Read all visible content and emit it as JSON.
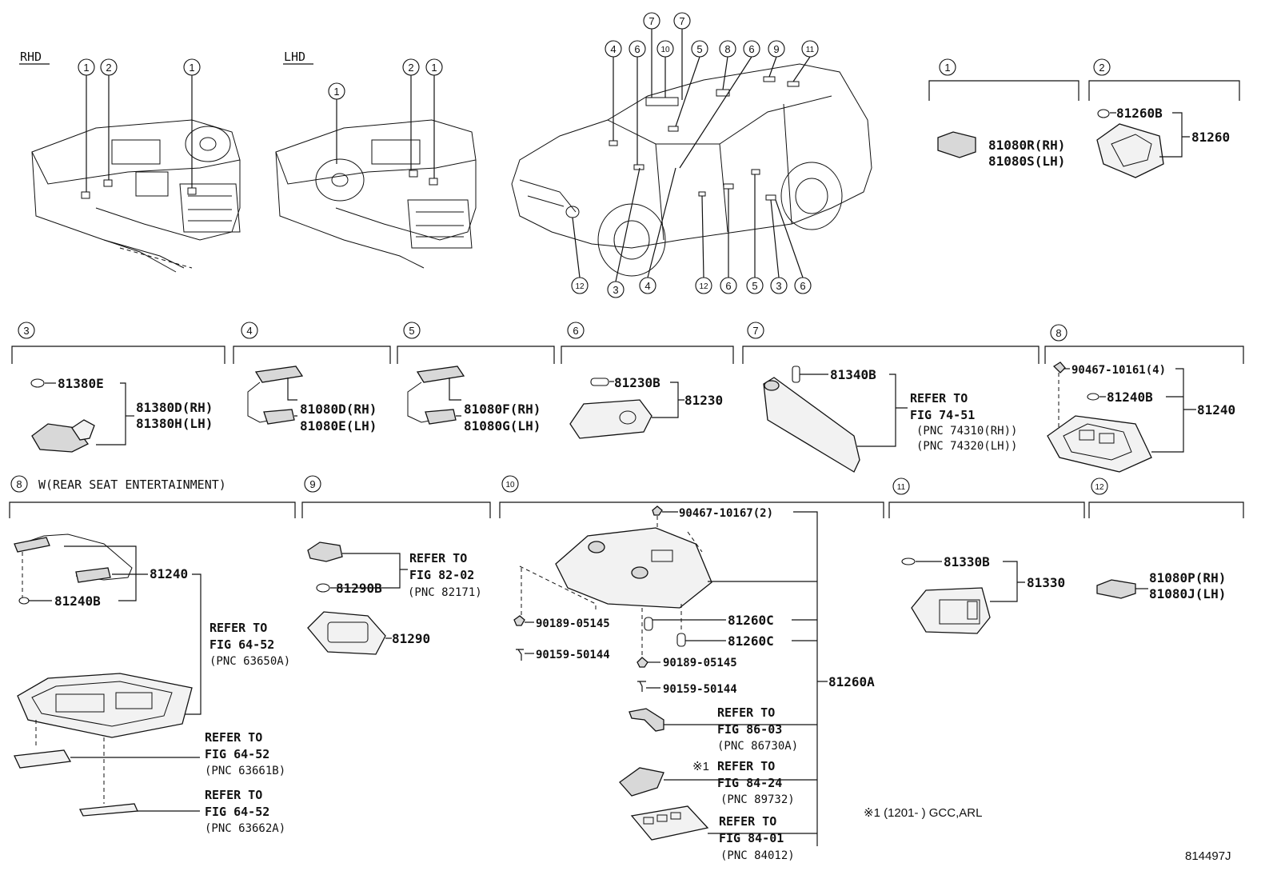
{
  "panels": {
    "rhd": "RHD",
    "lhd": "LHD"
  },
  "callouts": [
    "1",
    "2",
    "3",
    "4",
    "5",
    "6",
    "7",
    "8",
    "9",
    "10",
    "11",
    "12"
  ],
  "sections": {
    "s1": {
      "num": "1",
      "p1": "81080R(RH)",
      "p2": "81080S(LH)"
    },
    "s2": {
      "num": "2",
      "p1": "81260B",
      "p2": "81260"
    },
    "s3": {
      "num": "3",
      "p1": "81380E",
      "p2": "81380D(RH)",
      "p3": "81380H(LH)"
    },
    "s4": {
      "num": "4",
      "p1": "81080D(RH)",
      "p2": "81080E(LH)"
    },
    "s5": {
      "num": "5",
      "p1": "81080F(RH)",
      "p2": "81080G(LH)"
    },
    "s6": {
      "num": "6",
      "p1": "81230B",
      "p2": "81230"
    },
    "s7": {
      "num": "7",
      "p1": "81340B",
      "r1": "REFER TO",
      "r2": "FIG 74-51",
      "r3": "(PNC 74310(RH))",
      "r4": "(PNC 74320(LH))"
    },
    "s8": {
      "num": "8",
      "p1": "90467-10161(4)",
      "p2": "81240B",
      "p3": "81240"
    },
    "s8w": {
      "num": "8",
      "title": "W(REAR SEAT ENTERTAINMENT)",
      "p1": "81240",
      "p2": "81240B",
      "r1": "REFER TO",
      "r2": "FIG 64-52",
      "r3": "(PNC 63650A)",
      "r4": "REFER TO",
      "r5": "FIG 64-52",
      "r6": "(PNC 63661B)",
      "r7": "REFER TO",
      "r8": "FIG 64-52",
      "r9": "(PNC 63662A)"
    },
    "s9": {
      "num": "9",
      "p1": "81290B",
      "p2": "81290",
      "r1": "REFER TO",
      "r2": "FIG 82-02",
      "r3": "(PNC 82171)"
    },
    "s10": {
      "num": "10",
      "p1": "90467-10167(2)",
      "p2": "90189-05145",
      "p3": "90159-50144",
      "p4": "90189-05145",
      "p5": "90159-50144",
      "p6": "81260C",
      "p7": "81260C",
      "p8": "81260A",
      "r1": "REFER TO",
      "r2": "FIG 86-03",
      "r3": "(PNC 86730A)",
      "r4": "REFER TO",
      "r5": "FIG 84-24",
      "r6": "(PNC 89732)",
      "mark": "※1",
      "r7": "REFER TO",
      "r8": "FIG 84-01",
      "r9": "(PNC 84012)"
    },
    "s11": {
      "num": "11",
      "p1": "81330B",
      "p2": "81330"
    },
    "s12": {
      "num": "12",
      "p1": "81080P(RH)",
      "p2": "81080J(LH)"
    }
  },
  "footnote": "※1 (1201-        ) GCC,ARL",
  "figure_id": "814497J"
}
